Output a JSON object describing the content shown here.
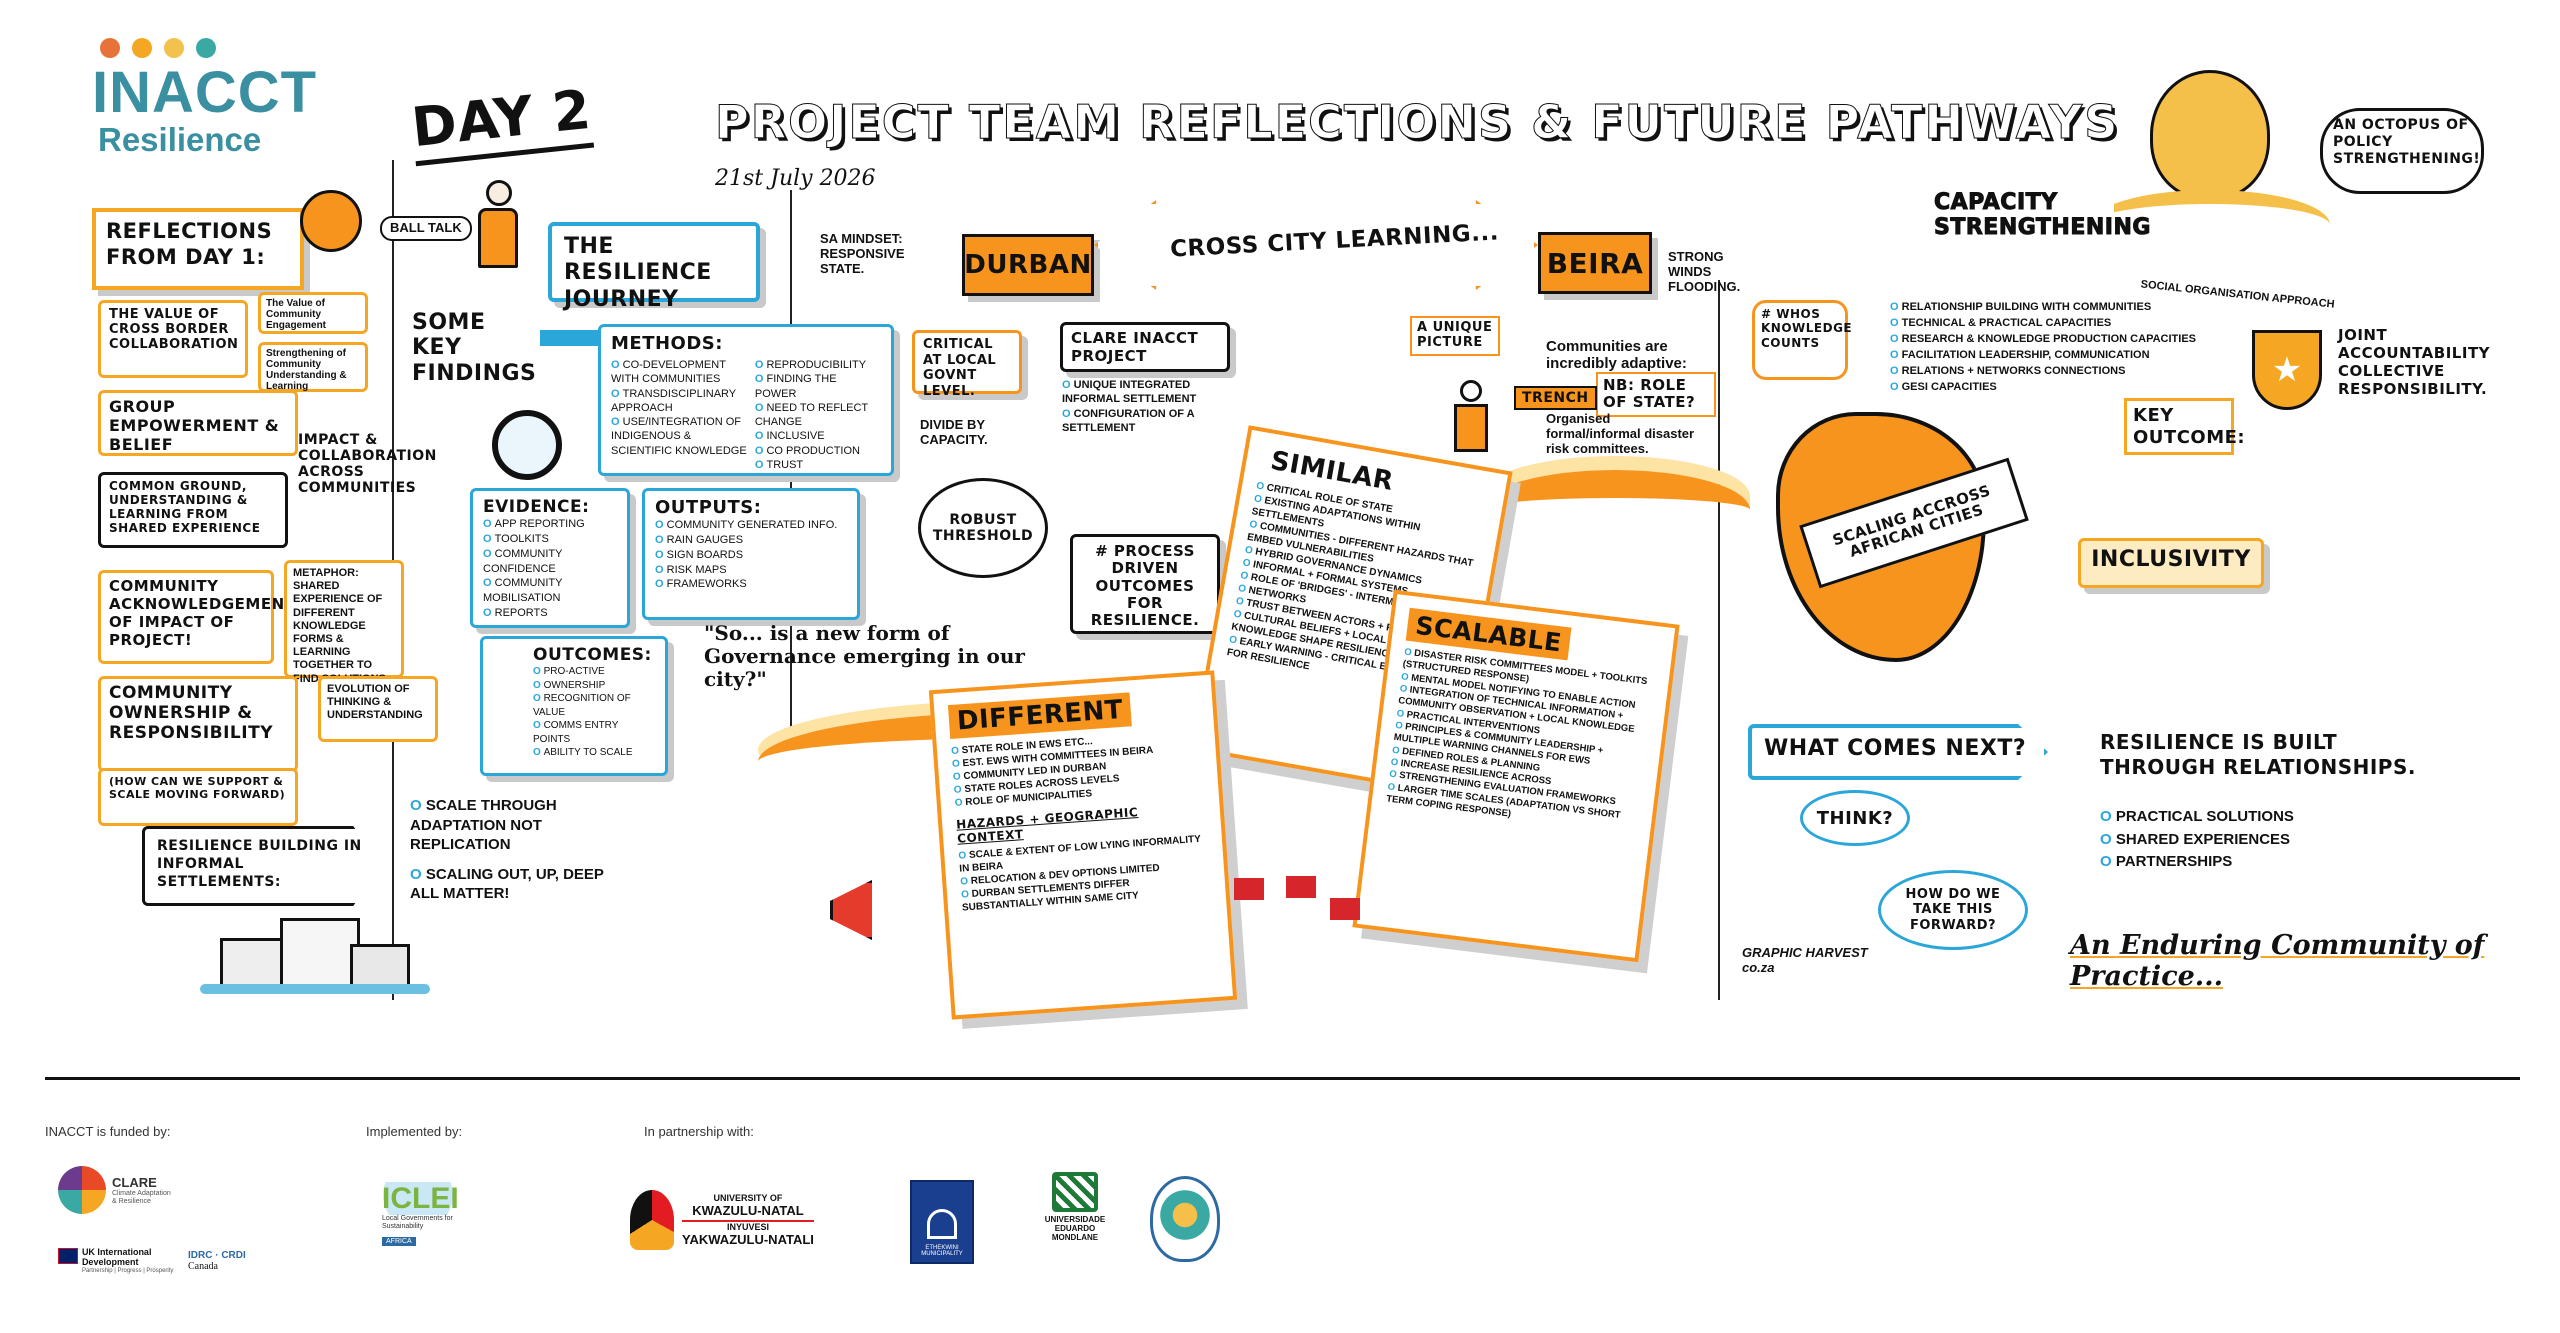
{
  "header": {
    "logo_line1": "INACCT",
    "logo_line2": "Resilience",
    "logo_dot_colors": [
      "#e8733a",
      "#f5a623",
      "#f2c14e",
      "#3aa9a4"
    ],
    "day": "DAY 2",
    "title": "PROJECT TEAM REFLECTIONS & FUTURE PATHWAYS",
    "date": "21st July 2026"
  },
  "reflections": {
    "title": "REFLECTIONS from DAY 1:",
    "ball_talk": "BALL TALK",
    "items": [
      {
        "heading": "The Value of Cross Border Collaboration",
        "notes": [
          "The Value of Community Engagement",
          "Strengthening of Community Understanding & Learning"
        ]
      },
      {
        "heading": "Group Empowerment & Belief",
        "notes": [
          "Impact & Collaboration Across Communities"
        ]
      },
      {
        "heading": "Common Ground, Understanding & Learning from Shared Experience",
        "notes": []
      },
      {
        "heading": "Community Acknowledgement of Impact of Project!",
        "notes": [
          "Metaphor: Shared experience of different knowledge forms & learning together to find solutions"
        ]
      },
      {
        "heading": "Community Ownership & Responsibility",
        "notes": [
          "Evolution of Thinking & Understanding"
        ]
      }
    ],
    "question": "(How can we support & scale moving forward)"
  },
  "journey": {
    "title": "The Resilience Journey",
    "key_findings": "SOME KEY FINDINGS",
    "methods_title": "METHODS:",
    "methods": [
      "Co-development with communities",
      "Transdisciplinary approach",
      "Use/integration of Indigenous & scientific knowledge"
    ],
    "methods_right": [
      "Reproducibility",
      "Finding the power",
      "Need to reflect change",
      "Inclusive",
      "Co production",
      "Trust"
    ],
    "evidence_title": "EVIDENCE:",
    "evidence": [
      "App reporting",
      "Toolkits",
      "Community confidence",
      "Community mobilisation",
      "Reports"
    ],
    "outputs_title": "OUTPUTS:",
    "outputs": [
      "Community generated info.",
      "Rain gauges",
      "Sign boards",
      "Risk maps",
      "Frameworks"
    ],
    "outcomes_title": "OUTCOMES:",
    "outcomes": [
      "Pro-active",
      "Ownership",
      "Recognition of value",
      "Comms entry points",
      "Ability to scale"
    ]
  },
  "scale": {
    "bullets": [
      "Scale through adaptation not replication",
      "Scaling out, up, deep all matter!"
    ],
    "building_title": "Resilience Building in Informal Settlements:"
  },
  "cross_city": {
    "durban": "DURBAN",
    "beira": "BEIRA",
    "banner": "CROSS CITY LEARNING...",
    "sa_mindset": "SA MINDSET: Responsive state.",
    "critical": "Critical at local govnt level.",
    "clare_title": "CLARE INACCT PROJECT",
    "clare_items": [
      "Unique integrated informal settlement",
      "Configuration of a settlement"
    ],
    "divide": "Divide by capacity.",
    "robust": "ROBUST THRESHOLD",
    "process": "# PROCESS DRIVEN OUTCOMES FOR RESILIENCE.",
    "governance_quote": "\"So... is a new form of Governance emerging in our city?\"",
    "unique_picture": "A UNIQUE PICTURE",
    "beira_notes": "Strong winds flooding.",
    "communities_adaptive": "Communities are incredibly adaptive:",
    "nb_role": "NB: ROLE OF STATE?",
    "trench": "TRENCH",
    "organised": "Organised formal/informal disaster risk committees."
  },
  "similar": {
    "title": "SIMILAR",
    "items": [
      "Critical role of state",
      "Existing adaptations within settlements",
      "Communities - different hazards that embed vulnerabilities",
      "Hybrid governance dynamics",
      "Informal + formal systems",
      "Role of 'bridges' - intermediaries",
      "Networks",
      "Trust between actors + partners",
      "Cultural beliefs + local + indigenous knowledge shape resilience",
      "Early warning - critical entry point for resilience"
    ]
  },
  "different": {
    "title": "DIFFERENT",
    "items": [
      "State role in EWS etc...",
      "Est. EWS with committees in Beira",
      "Community led in Durban",
      "State roles across levels",
      "Role of municipalities"
    ],
    "hazards_title": "HAZARDS + GEOGRAPHIC CONTEXT",
    "hazards": [
      "Scale & extent of low lying informality in Beira",
      "Relocation & dev options limited",
      "Durban settlements differ substantially within same city"
    ]
  },
  "scalable": {
    "title": "SCALABLE",
    "items": [
      "Disaster risk committees model + toolkits (structured response)",
      "Mental model notifying to enable action",
      "Integration of technical information + community observation + local knowledge",
      "Practical interventions",
      "Principles & community leadership + multiple warning channels for EWS",
      "Defined roles & planning",
      "Increase resilience across",
      "Strengthening evaluation frameworks",
      "Larger time scales (adaptation vs short term coping response)"
    ]
  },
  "right": {
    "octopus_note": "An Octopus of Policy Strengthening!",
    "capacity_title": "CAPACITY STRENGTHENING",
    "social_org": "Social organisation approach",
    "whos_knowledge": "# WHOS KNOWLEDGE COUNTS",
    "capacity_items": [
      "Relationship building with communities",
      "Technical & practical capacities",
      "Research & knowledge production capacities",
      "Facilitation leadership, communication",
      "Relations + networks connections",
      "GESI capacities"
    ],
    "joint": "Joint Accountability Collective Responsibility.",
    "key_outcome": "KEY OUTCOME:",
    "scaling": "SCALING ACCROSS AFRICAN CITIES",
    "inclusivity": "INCLUSIVITY",
    "what_next": "WHAT COMES NEXT?",
    "think": "THINK?",
    "how_forward": "How do we take this forward?",
    "resilience_quote": "Resilience is built through relationships.",
    "bullets": [
      "Practical solutions",
      "Shared experiences",
      "Partnerships"
    ],
    "enduring": "An Enduring Community of Practice...",
    "signature": "GRAPHIC HARVEST co.za"
  },
  "footer": {
    "funded_label": "INACCT is funded by:",
    "implemented_label": "Implemented by:",
    "partnership_label": "In partnership with:",
    "clare_name": "CLARE",
    "clare_sub": "Climate Adaptation & Resilience",
    "uk_aid": "UK International Development",
    "uk_tagline": "Partnership | Progress | Prosperity",
    "idrc": "IDRC · CRDI",
    "canada": "Canada",
    "iclei": "ICLEI",
    "iclei_sub": "Local Governments for Sustainability",
    "iclei_region": "AFRICA",
    "ukzn_1": "UNIVERSITY OF",
    "ukzn_2": "KWAZULU-NATAL",
    "ukzn_3": "INYUVESI",
    "ukzn_4": "YAKWAZULU-NATALI",
    "ethekwini": "ETHEKWINI MUNICIPALITY",
    "uem_1": "UNIVERSIDADE",
    "uem_2": "EDUARDO",
    "uem_3": "MONDLANE"
  }
}
